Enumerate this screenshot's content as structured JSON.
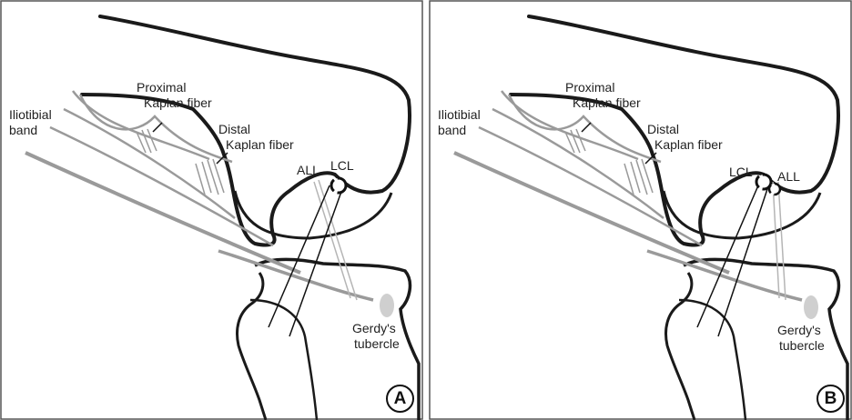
{
  "panels": [
    {
      "badge": "A",
      "labels": {
        "iliotibial": "Iliotibial",
        "band": "band",
        "proximal": "Proximal",
        "proximal_kaplan": "Kaplan fiber",
        "distal": "Distal",
        "distal_kaplan": "Kaplan fiber",
        "all": "ALL",
        "lcl": "LCL",
        "gerdys": "Gerdy's",
        "tubercle": "tubercle"
      }
    },
    {
      "badge": "B",
      "labels": {
        "iliotibial": "Iliotibial",
        "band": "band",
        "proximal": "Proximal",
        "proximal_kaplan": "Kaplan fiber",
        "distal": "Distal",
        "distal_kaplan": "Kaplan fiber",
        "lcl": "LCL",
        "all": "ALL",
        "gerdys": "Gerdy's",
        "tubercle": "tubercle"
      }
    }
  ],
  "colors": {
    "bone_outline": "#1a1a1a",
    "band_gray": "#9a9a9a",
    "light_gray": "#bdbdbd",
    "tubercle_fill": "#cfcfcf"
  }
}
